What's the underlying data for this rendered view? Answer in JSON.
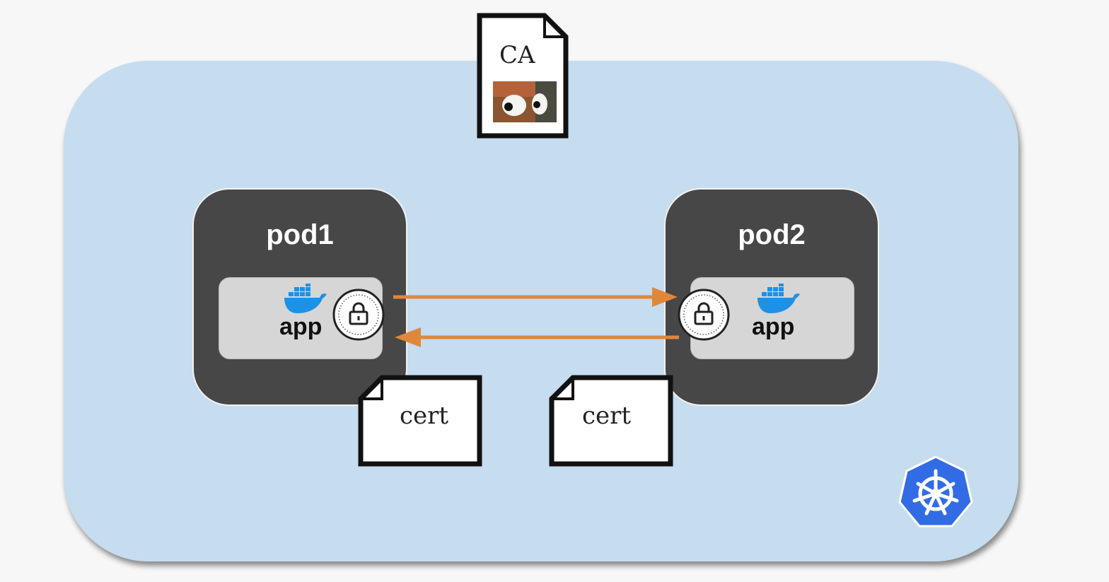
{
  "ca": {
    "label": "CA",
    "image": "surprised-eyes-picture"
  },
  "pods": [
    {
      "title": "pod1",
      "app_label": "app",
      "icon": "docker-whale-icon"
    },
    {
      "title": "pod2",
      "app_label": "app",
      "icon": "docker-whale-icon"
    }
  ],
  "certs": [
    {
      "label": "cert"
    },
    {
      "label": "cert"
    }
  ],
  "colors": {
    "cluster_bg": "#c6dcef",
    "pod_bg": "#474747",
    "container_bg": "#d6d6d6",
    "arrow": "#e0873a",
    "docker_blue": "#1d91e6",
    "kubernetes_blue": "#326ce5"
  },
  "logo": "kubernetes-helm-icon"
}
